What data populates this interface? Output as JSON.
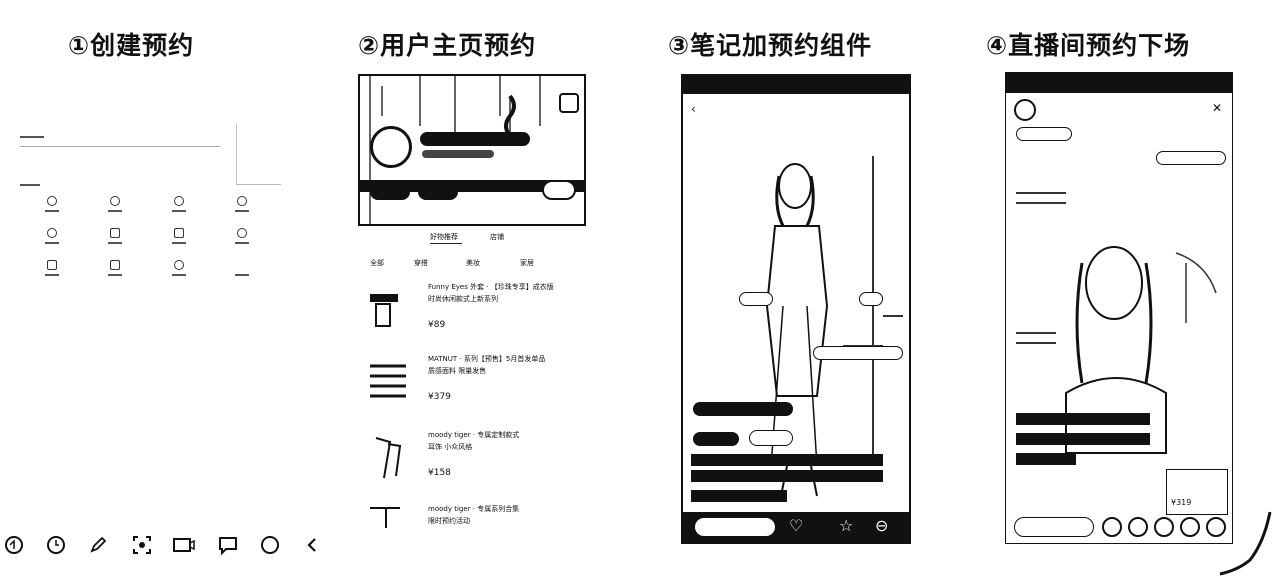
{
  "steps": [
    {
      "title": "①创建预约"
    },
    {
      "title": "②用户主页预约"
    },
    {
      "title": "③笔记加预约组件"
    },
    {
      "title": "④直播间预约下场"
    }
  ],
  "panel2": {
    "tabs": [
      "好物推荐",
      "店铺"
    ],
    "filters": [
      "全部",
      "穿搭",
      "美妆",
      "家居"
    ],
    "products": [
      {
        "name": "Funny Eyes 外套 · 【珍珠专享】成衣版",
        "desc": "时尚休闲款式上新系列",
        "price": "¥89"
      },
      {
        "name": "MATNUT · 系列【预售】5月首发单品",
        "desc": "质感面料 限量发售",
        "price": "¥379"
      },
      {
        "name": "moody tiger · 专属定制款式",
        "desc": "耳饰 小众风格",
        "price": "¥158"
      },
      {
        "name": "moody tiger · 专属系列合集",
        "desc": "限时预约活动",
        "price": ""
      }
    ]
  },
  "panel4": {
    "price": "¥319"
  },
  "toolbar": {
    "icons": [
      "rotate-icon",
      "clock-icon",
      "pen-icon",
      "screenshot-icon",
      "video-icon",
      "comment-icon",
      "circle-icon",
      "back-icon"
    ]
  }
}
